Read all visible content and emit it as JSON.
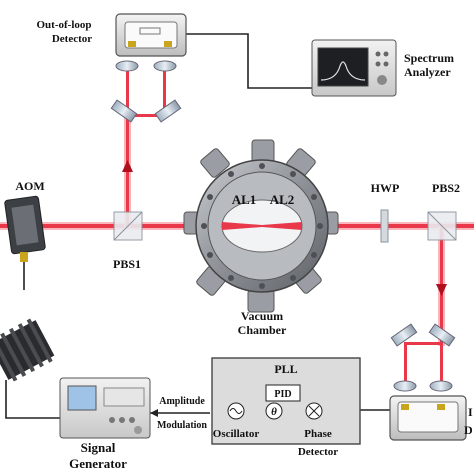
{
  "labels": {
    "out_of_loop_line1": "Out-of-loop",
    "out_of_loop_line2": "Detector",
    "spectrum_line1": "Spectrum",
    "spectrum_line2": "Analyzer",
    "aom": "AOM",
    "hwp": "HWP",
    "pbs1": "PBS1",
    "pbs2": "PBS2",
    "al1": "AL1",
    "al2": "AL2",
    "vacuum_line1": "Vacuum",
    "vacuum_line2": "Chamber",
    "pll": "PLL",
    "pid": "PID",
    "theta": "θ",
    "oscillator": "Oscillator",
    "phase_line1": "Phase",
    "phase_line2": "Detector",
    "amp_line1": "Amplitude",
    "amp_line2": "Modulation",
    "signal_line1": "Signal",
    "signal_line2": "Generator",
    "inloop_partial1": "I",
    "inloop_partial2": "D"
  },
  "colors": {
    "laser": "#e8384a",
    "laser_glow": "#f7a4ad",
    "wire": "#222222",
    "chamber": "#8a8f96",
    "pll_box": "#dcdcdc"
  }
}
